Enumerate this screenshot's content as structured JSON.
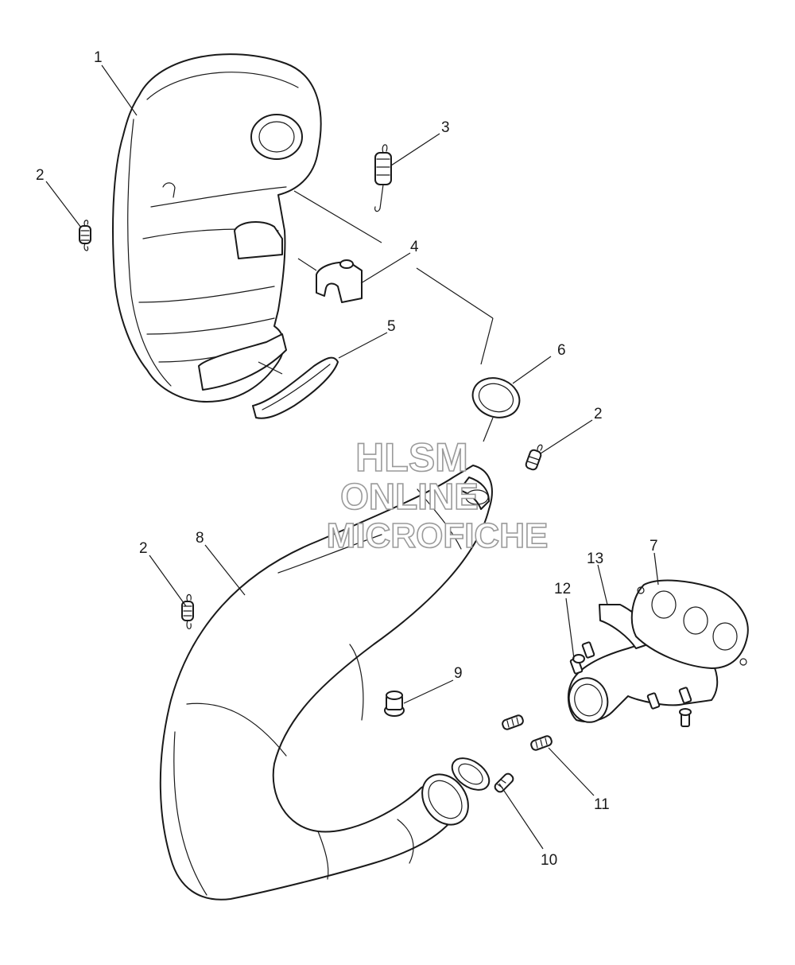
{
  "callouts": {
    "c1": "1",
    "c2a": "2",
    "c2b": "2",
    "c2c": "2",
    "c3": "3",
    "c4": "4",
    "c5": "5",
    "c6": "6",
    "c7": "7",
    "c8": "8",
    "c9": "9",
    "c10": "10",
    "c11": "11",
    "c12": "12",
    "c13": "13"
  },
  "watermark": {
    "line1": "HLSM",
    "line2": "ONLINE",
    "line3": "MICROFICHE"
  },
  "colors": {
    "line": "#1a1a1a",
    "watermark_outline": "#9a9a9a",
    "background": "#ffffff"
  }
}
